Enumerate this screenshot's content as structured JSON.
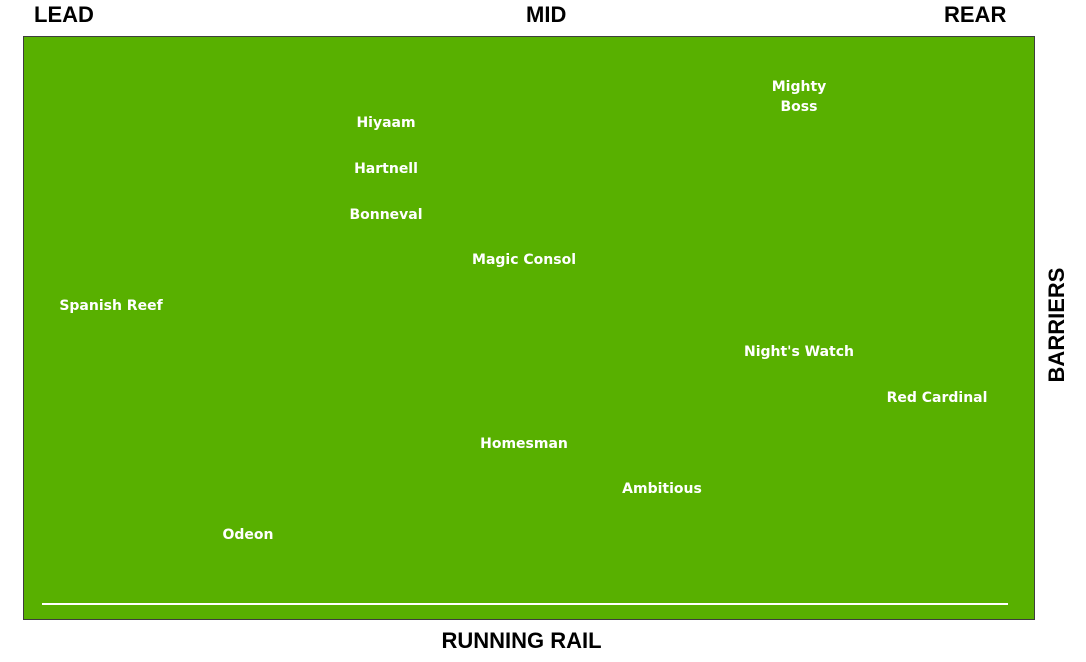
{
  "labels": {
    "lead": "LEAD",
    "mid": "MID",
    "rear": "REAR",
    "running_rail": "RUNNING RAIL",
    "barriers": "BARRIERS"
  },
  "colors": {
    "field": "#58b000",
    "text": "#ffffff",
    "rail": "#ffffff"
  },
  "runners": [
    {
      "name": "Mighty Boss",
      "lines": [
        "Mighty",
        "Boss"
      ],
      "col": 6,
      "row": 1
    },
    {
      "name": "Hiyaam",
      "lines": [
        "Hiyaam"
      ],
      "col": 3,
      "row": 2
    },
    {
      "name": "Hartnell",
      "lines": [
        "Hartnell"
      ],
      "col": 3,
      "row": 3
    },
    {
      "name": "Bonneval",
      "lines": [
        "Bonneval"
      ],
      "col": 3,
      "row": 4
    },
    {
      "name": "Magic Consol",
      "lines": [
        "Magic Consol"
      ],
      "col": 4,
      "row": 5
    },
    {
      "name": "Spanish Reef",
      "lines": [
        "Spanish Reef"
      ],
      "col": 1,
      "row": 6
    },
    {
      "name": "Night's Watch",
      "lines": [
        "Night's Watch"
      ],
      "col": 6,
      "row": 7
    },
    {
      "name": "Red Cardinal",
      "lines": [
        "Red Cardinal"
      ],
      "col": 7,
      "row": 8
    },
    {
      "name": "Homesman",
      "lines": [
        "Homesman"
      ],
      "col": 4,
      "row": 9
    },
    {
      "name": "Ambitious",
      "lines": [
        "Ambitious"
      ],
      "col": 5,
      "row": 10
    },
    {
      "name": "Odeon",
      "lines": [
        "Odeon"
      ],
      "col": 2,
      "row": 11
    }
  ]
}
